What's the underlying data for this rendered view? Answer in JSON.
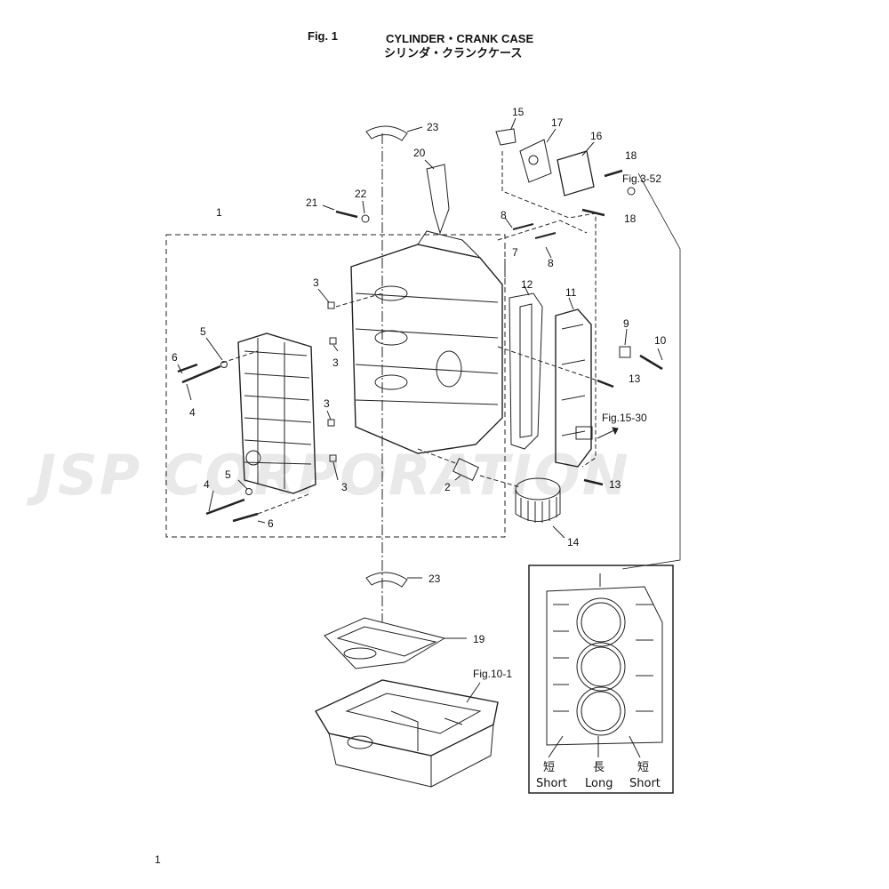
{
  "header": {
    "fig_label": "Fig. 1",
    "title_en": "CYLINDER・CRANK CASE",
    "title_jp": "シリンダ・クランクケース"
  },
  "watermark": "JSP CORPORATION",
  "callouts": [
    {
      "id": "c23a",
      "text": "23"
    },
    {
      "id": "c20",
      "text": "20"
    },
    {
      "id": "c21",
      "text": "21"
    },
    {
      "id": "c22",
      "text": "22"
    },
    {
      "id": "c1",
      "text": "1"
    },
    {
      "id": "c3a",
      "text": "3"
    },
    {
      "id": "c3b",
      "text": "3"
    },
    {
      "id": "c3c",
      "text": "3"
    },
    {
      "id": "c3d",
      "text": "3"
    },
    {
      "id": "c5a",
      "text": "5"
    },
    {
      "id": "c6a",
      "text": "6"
    },
    {
      "id": "c4a",
      "text": "4"
    },
    {
      "id": "c5b",
      "text": "5"
    },
    {
      "id": "c4b",
      "text": "4"
    },
    {
      "id": "c6b",
      "text": "6"
    },
    {
      "id": "c2",
      "text": "2"
    },
    {
      "id": "c15",
      "text": "15"
    },
    {
      "id": "c17",
      "text": "17"
    },
    {
      "id": "c16",
      "text": "16"
    },
    {
      "id": "c18a",
      "text": "18"
    },
    {
      "id": "c18b",
      "text": "18"
    },
    {
      "id": "c8a",
      "text": "8"
    },
    {
      "id": "c7",
      "text": "7"
    },
    {
      "id": "c8b",
      "text": "8"
    },
    {
      "id": "c12",
      "text": "12"
    },
    {
      "id": "c11",
      "text": "11"
    },
    {
      "id": "c9",
      "text": "9"
    },
    {
      "id": "c10",
      "text": "10"
    },
    {
      "id": "c13a",
      "text": "13"
    },
    {
      "id": "c13b",
      "text": "13"
    },
    {
      "id": "c14",
      "text": "14"
    },
    {
      "id": "c23b",
      "text": "23"
    },
    {
      "id": "c19",
      "text": "19"
    }
  ],
  "figure_refs": [
    {
      "id": "f352",
      "text": "Fig.3-52"
    },
    {
      "id": "f1530",
      "text": "Fig.15-30"
    },
    {
      "id": "f101",
      "text": "Fig.10-1"
    }
  ],
  "detail": {
    "jp": [
      "短",
      "長",
      "短"
    ],
    "en": [
      "Short",
      "Long",
      "Short"
    ]
  },
  "page_number": "1"
}
